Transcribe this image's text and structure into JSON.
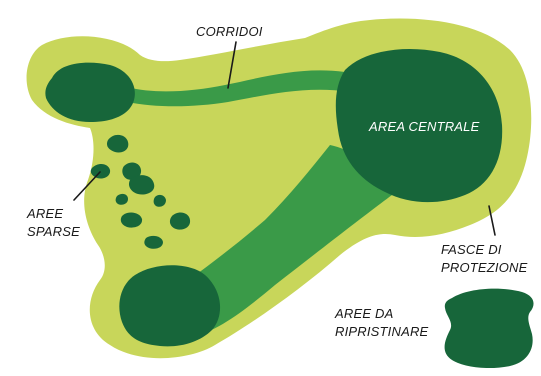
{
  "labels": {
    "corridors": "CORRIDOI",
    "central_area": "AREA CENTRALE",
    "scattered_areas": [
      "AREE",
      "SPARSE"
    ],
    "buffer_zones": [
      "FASCE DI",
      "PROTEZIONE"
    ],
    "restoration_areas": [
      "AREE DA",
      "RIPRISTINARE"
    ]
  },
  "colors": {
    "buffer": "#c8d65a",
    "corridor": "#3a9a48",
    "core": "#17663a",
    "text": "#1a1a1a",
    "text_inverse": "#ffffff"
  }
}
